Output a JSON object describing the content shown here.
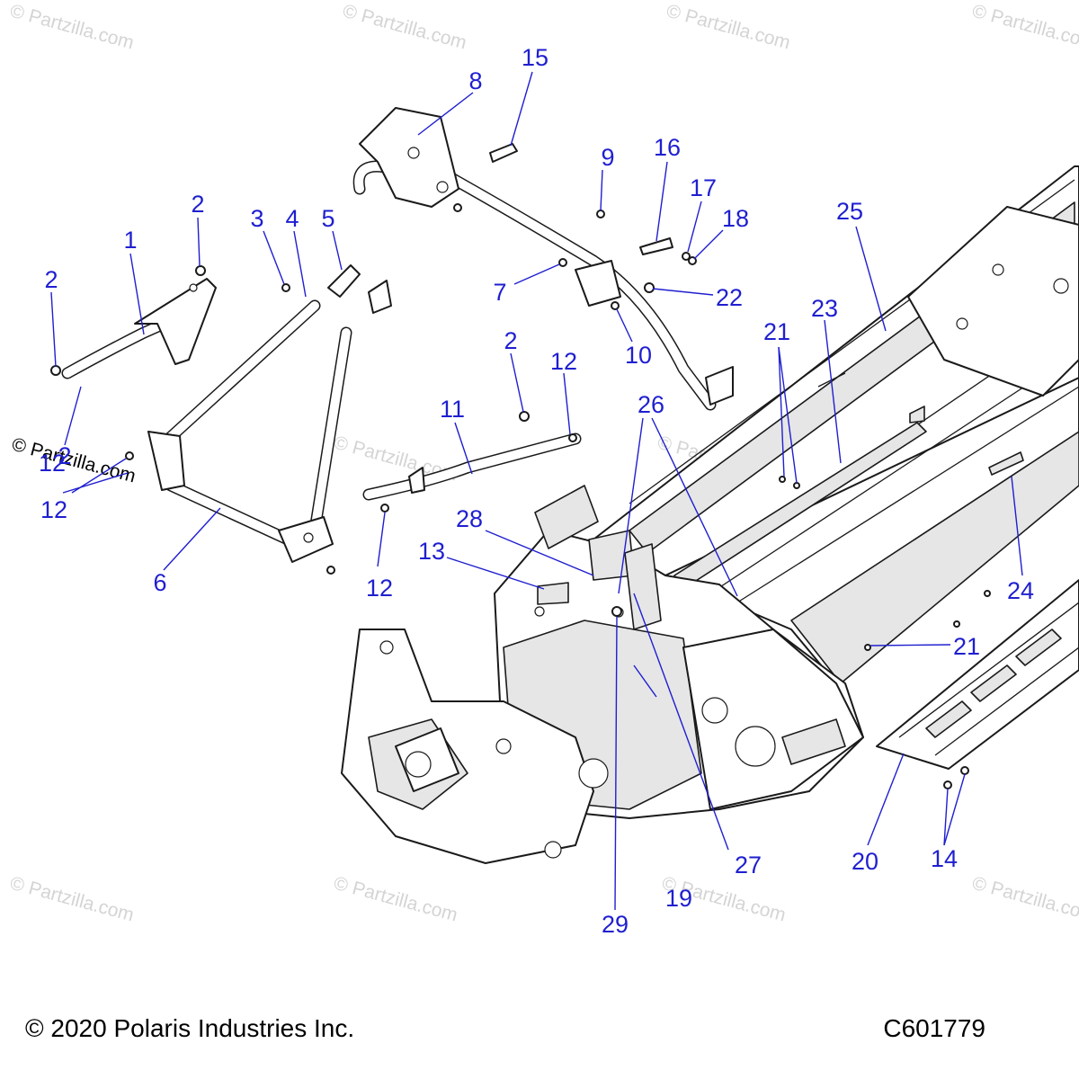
{
  "watermark": {
    "text": "© Partzilla.com",
    "dark_text": "© Partzilla.com"
  },
  "callouts": [
    {
      "id": "1",
      "label": "1"
    },
    {
      "id": "2a",
      "label": "2"
    },
    {
      "id": "2b",
      "label": "2"
    },
    {
      "id": "2c",
      "label": "2"
    },
    {
      "id": "3",
      "label": "3"
    },
    {
      "id": "4",
      "label": "4"
    },
    {
      "id": "5",
      "label": "5"
    },
    {
      "id": "6",
      "label": "6"
    },
    {
      "id": "7",
      "label": "7"
    },
    {
      "id": "8",
      "label": "8"
    },
    {
      "id": "9",
      "label": "9"
    },
    {
      "id": "10",
      "label": "10"
    },
    {
      "id": "11",
      "label": "11"
    },
    {
      "id": "12a",
      "label": "12"
    },
    {
      "id": "12b",
      "label": "12"
    },
    {
      "id": "12c",
      "label": "12"
    },
    {
      "id": "12d",
      "label": "12"
    },
    {
      "id": "13",
      "label": "13"
    },
    {
      "id": "14",
      "label": "14"
    },
    {
      "id": "15",
      "label": "15"
    },
    {
      "id": "16",
      "label": "16"
    },
    {
      "id": "17",
      "label": "17"
    },
    {
      "id": "18",
      "label": "18"
    },
    {
      "id": "19",
      "label": "19"
    },
    {
      "id": "20",
      "label": "20"
    },
    {
      "id": "21a",
      "label": "21"
    },
    {
      "id": "21b",
      "label": "21"
    },
    {
      "id": "22",
      "label": "22"
    },
    {
      "id": "23",
      "label": "23"
    },
    {
      "id": "24",
      "label": "24"
    },
    {
      "id": "25",
      "label": "25"
    },
    {
      "id": "26",
      "label": "26"
    },
    {
      "id": "27",
      "label": "27"
    },
    {
      "id": "28",
      "label": "28"
    },
    {
      "id": "29",
      "label": "29"
    },
    {
      "id": "2d",
      "label": "2"
    }
  ],
  "footer": {
    "copyright": "© 2020 Polaris Industries Inc.",
    "drawing_number": "C601779"
  }
}
